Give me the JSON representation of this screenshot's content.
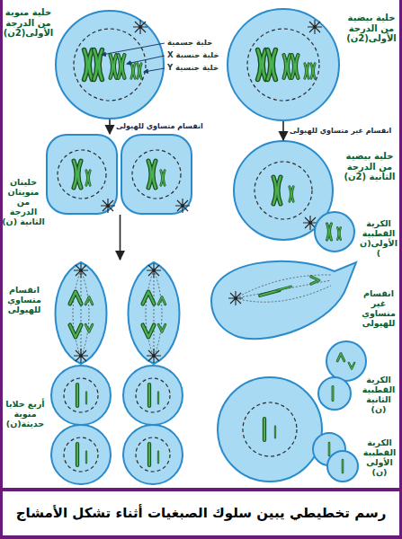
{
  "diagram": {
    "caption": "رسم تخطيطي يبين سلوك الصبغيات أثناء تشكل الأمشاج",
    "nodes": [
      {
        "text": [
          "خلية منوية من الدرجة الأولى(2ن)"
        ]
      },
      {
        "text": [
          "خلية بيضية من الدرجة الأولى(2ن)"
        ]
      },
      {
        "text": [
          "خليتان منويتان من الدرجة الثانية (ن)"
        ]
      },
      {
        "text": [
          "خلية بيضية من الدرجة الثانية (2ن)"
        ]
      },
      {
        "text": [
          "الكرية القطبية الأولى(ن)"
        ]
      },
      {
        "text": [
          "انقسام متساوي للهيولى"
        ]
      },
      {
        "text": [
          "انقسام غير متساوي للهيولى"
        ]
      },
      {
        "text": [
          "أربع خلايا منوية حديثة(ن)"
        ]
      },
      {
        "text": [
          "الكرية القطبية الثانية (ن)"
        ]
      },
      {
        "text": [
          "الكرية القطبية الأولى (ن)"
        ]
      }
    ],
    "edges": [
      {
        "from": 0,
        "to": 2,
        "label": "انقسام متساوي للهيولى",
        "arrow": "to"
      },
      {
        "from": 1,
        "to": 3,
        "label": "انقسام غير متساوي للهيولى",
        "arrow": "to"
      },
      {
        "from": 2,
        "to": 5,
        "arrow": "to"
      }
    ],
    "labels": [
      "خلية جسمية",
      "خلية جنسية X",
      "خلية جنسية Y"
    ]
  }
}
